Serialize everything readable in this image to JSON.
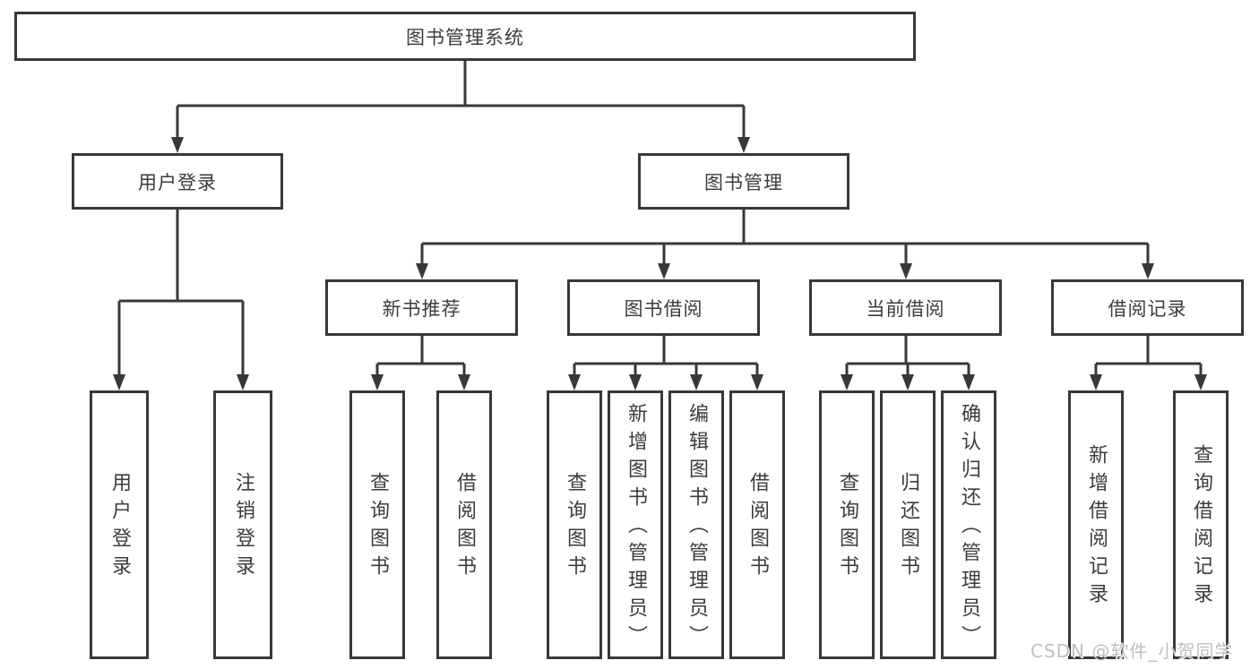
{
  "colors": {
    "line": "#383838",
    "box_border": "#383838",
    "text": "#3c3c3c",
    "watermark": "#bfbfbf",
    "background": "#ffffff"
  },
  "watermark": "CSDN @软件_小贺同学",
  "tree": {
    "root": "图书管理系统",
    "branches": [
      {
        "label": "用户登录",
        "children": [
          "用户登录",
          "注销登录"
        ]
      },
      {
        "label": "图书管理",
        "sections": [
          {
            "label": "新书推荐",
            "children": [
              "查询图书",
              "借阅图书"
            ]
          },
          {
            "label": "图书借阅",
            "children": [
              "查询图书",
              "新增图书（管理员）",
              "编辑图书（管理员）",
              "借阅图书"
            ]
          },
          {
            "label": "当前借阅",
            "children": [
              "查询图书",
              "归还图书",
              "确认归还（管理员）"
            ]
          },
          {
            "label": "借阅记录",
            "children": [
              "新增借阅记录",
              "查询借阅记录"
            ]
          }
        ]
      }
    ]
  }
}
